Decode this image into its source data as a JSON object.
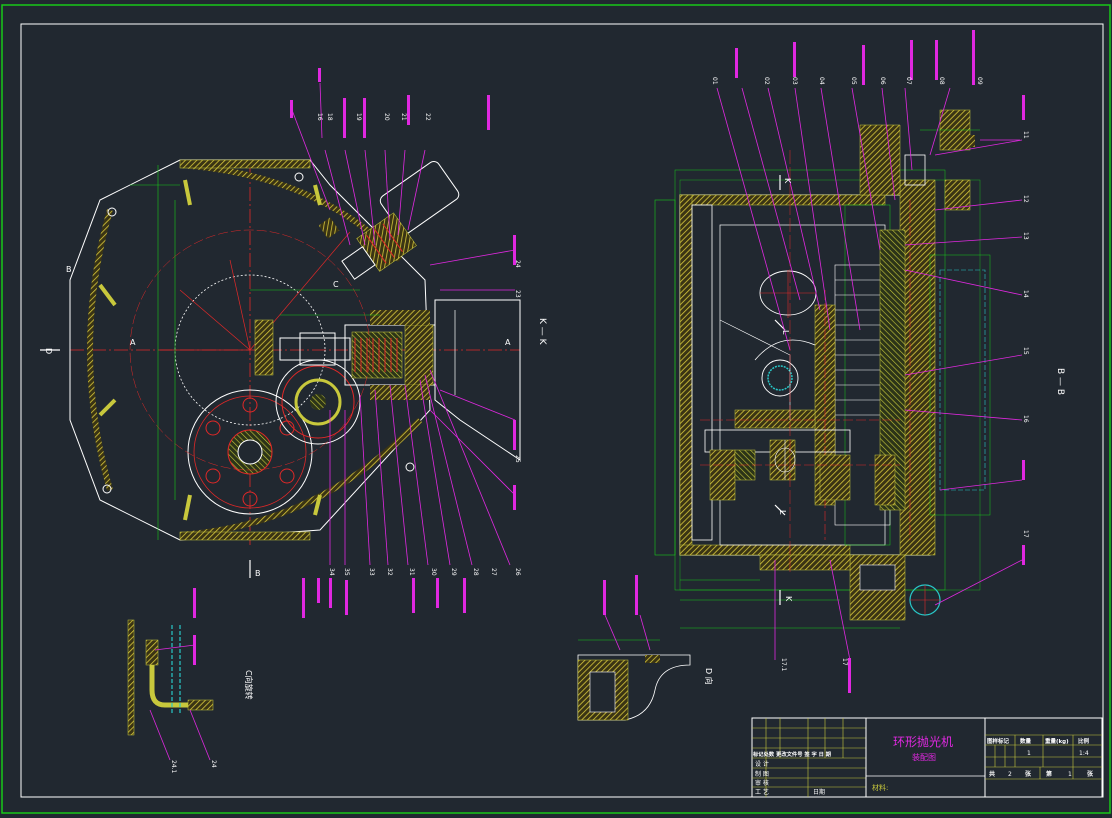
{
  "title_block": {
    "title": "环形抛光机",
    "subtitle": "装配图",
    "material_label": "材料:",
    "row_header": "标记处数 更改文件号 签 字 日 期",
    "role_design": "设 计",
    "role_draw": "制 图",
    "role_review": "审 核",
    "role_process": "工 艺",
    "date_label": "日期",
    "header_stage": "图样标记",
    "header_qty": "数量",
    "header_weight": "重量(kg)",
    "header_scale": "比例",
    "qty_value": "1",
    "scale_value": "1:4",
    "sheet_total_prefix": "共",
    "sheet_total": "2",
    "sheet_unit1": "张",
    "sheet_no_prefix": "第",
    "sheet_no": "1",
    "sheet_unit2": "张"
  },
  "view_labels": {
    "kk": "K — K",
    "bb": "B — B",
    "detail_c": "C向旋转",
    "a_left": "A",
    "a_right": "A",
    "b_bottom": "B",
    "b_left": "B",
    "c_mark": "C",
    "d_left": "D",
    "d_bottom": "D 向",
    "k_top": "K",
    "k_bottom": "K",
    "l_top": "L",
    "l_bottom": "L"
  },
  "left_callouts_top": [
    "16",
    "18",
    "19",
    "20",
    "21",
    "22"
  ],
  "left_callouts_right": [
    "23",
    "24",
    "25",
    "26"
  ],
  "left_callouts_bottom": [
    "34",
    "35",
    "33",
    "32",
    "31",
    "30",
    "29",
    "28",
    "27"
  ],
  "right_callouts_top": [
    "01",
    "02",
    "03",
    "04",
    "05",
    "06",
    "07",
    "08",
    "09"
  ],
  "right_callouts_right": [
    "11",
    "12",
    "13",
    "14",
    "15",
    "16",
    "17"
  ],
  "detail_callouts": [
    "24.1",
    "24"
  ],
  "bottom_callouts": [
    "17.1",
    "17"
  ],
  "colors": {
    "background": "#212830",
    "border": "#19c819",
    "section": "#c8c83c",
    "centerline": "#e02828",
    "leader": "#e028e0",
    "outline": "#ffffff",
    "dimension": "#28c8c8"
  }
}
